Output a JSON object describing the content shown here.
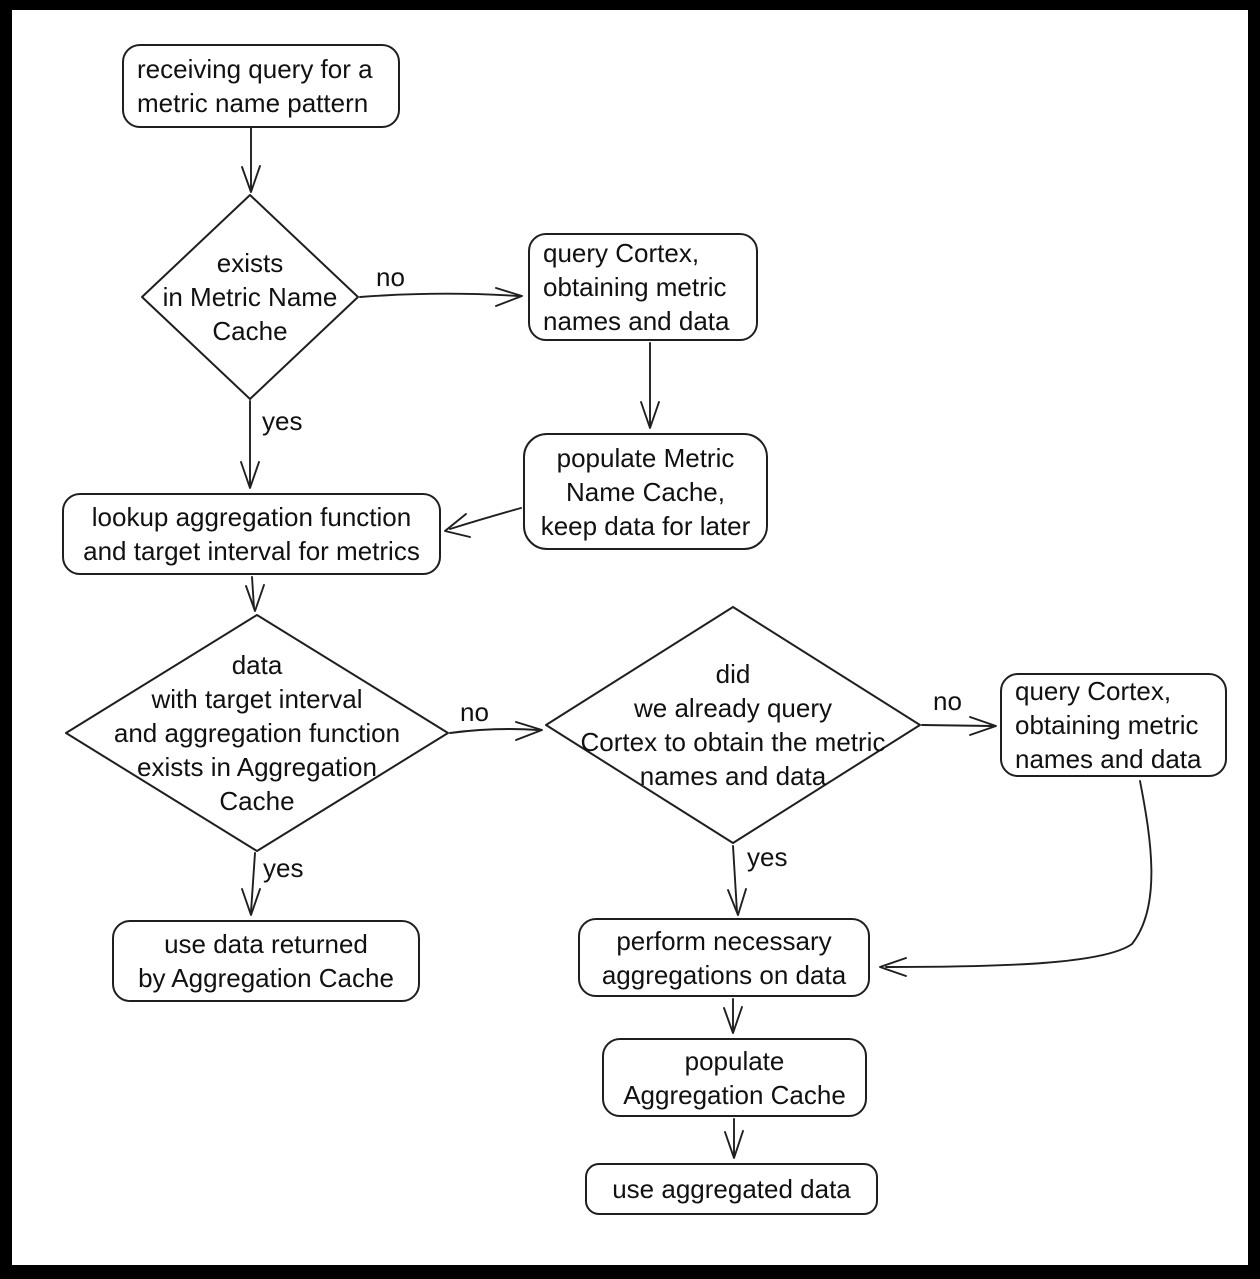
{
  "diagram": {
    "title": "metric query caching flowchart",
    "colors": {
      "ink": "#1f1f1f",
      "background": "#ffffff",
      "frame": "#000000"
    },
    "nodes": {
      "receive_query": "receiving query for a\nmetric name pattern",
      "exists_metric_name_cache": "exists\nin Metric Name\nCache",
      "query_cortex_top": "query Cortex,\nobtaining metric\nnames and data",
      "populate_metric_name_cache": "populate Metric\nName Cache,\nkeep data for later",
      "lookup_aggregation": "lookup aggregation function\nand target interval for metrics",
      "data_exists_aggregation_cache": "data\nwith target interval\nand aggregation function\nexists in Aggregation\nCache",
      "already_queried_cortex": "did\nwe already query\nCortex to obtain the metric\nnames and data",
      "query_cortex_right": "query Cortex,\nobtaining metric\nnames and data",
      "use_aggregation_cache_data": "use data returned\nby Aggregation Cache",
      "perform_aggregations": "perform necessary\naggregations on data",
      "populate_aggregation_cache": "populate\nAggregation Cache",
      "use_aggregated_data": "use aggregated data"
    },
    "edge_labels": {
      "no_exists_cache": "no",
      "yes_exists_cache": "yes",
      "no_agg_cache": "no",
      "no_already_queried": "no",
      "yes_already_queried": "yes",
      "yes_agg_cache": "yes"
    }
  }
}
